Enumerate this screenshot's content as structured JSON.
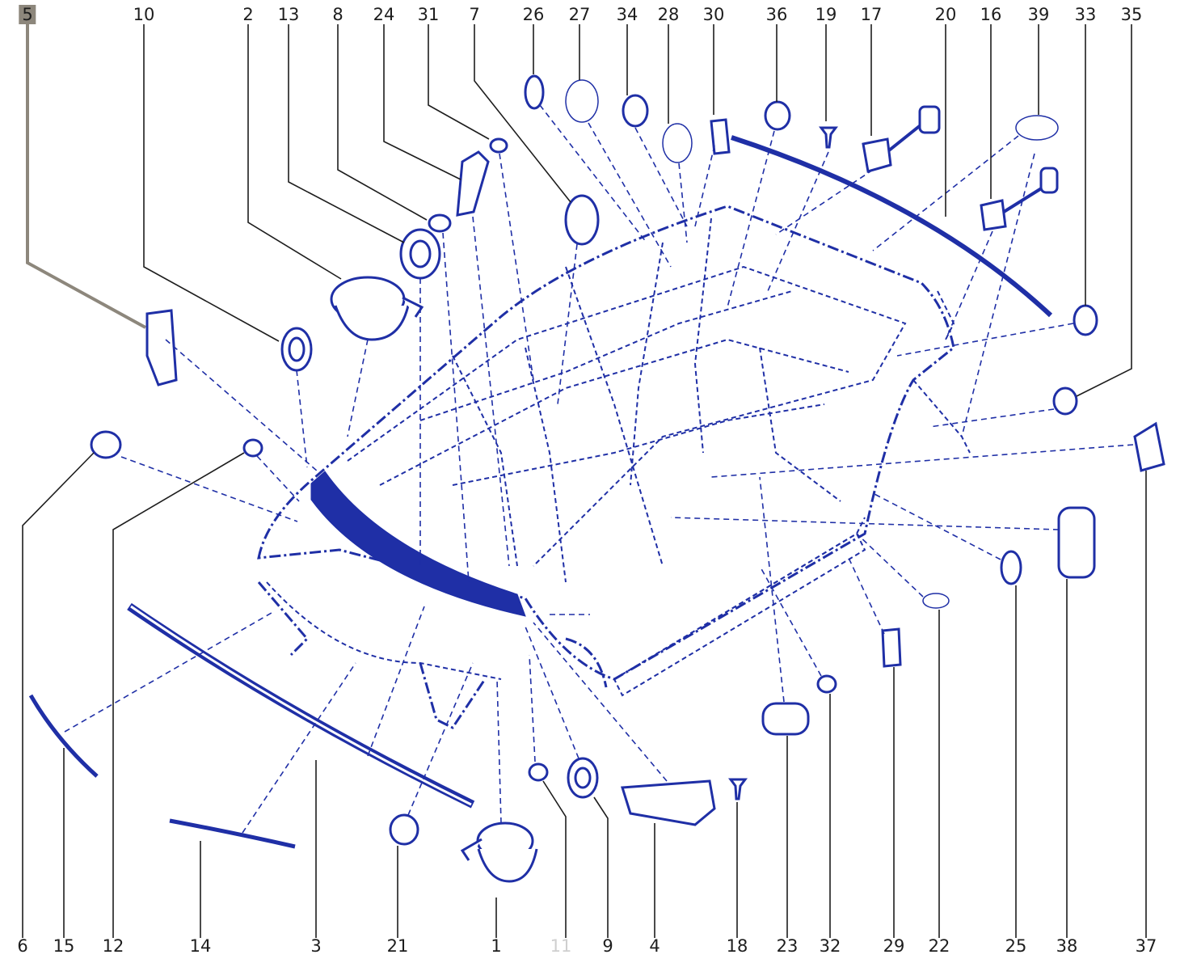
{
  "diagram": {
    "active_callout": "5",
    "dim_callout": "11",
    "colors": {
      "part_stroke": "#1f2fa6",
      "leader": "#1d1d1d",
      "active": "#8d877c",
      "background": "#ffffff"
    },
    "top_callouts": [
      "5",
      "10",
      "2",
      "13",
      "8",
      "24",
      "31",
      "7",
      "26",
      "27",
      "34",
      "28",
      "30",
      "36",
      "19",
      "17",
      "20",
      "16",
      "39",
      "33",
      "35"
    ],
    "bottom_callouts": [
      "6",
      "15",
      "12",
      "14",
      "3",
      "21",
      "1",
      "11",
      "9",
      "4",
      "18",
      "23",
      "32",
      "29",
      "22",
      "25",
      "38",
      "37"
    ]
  }
}
